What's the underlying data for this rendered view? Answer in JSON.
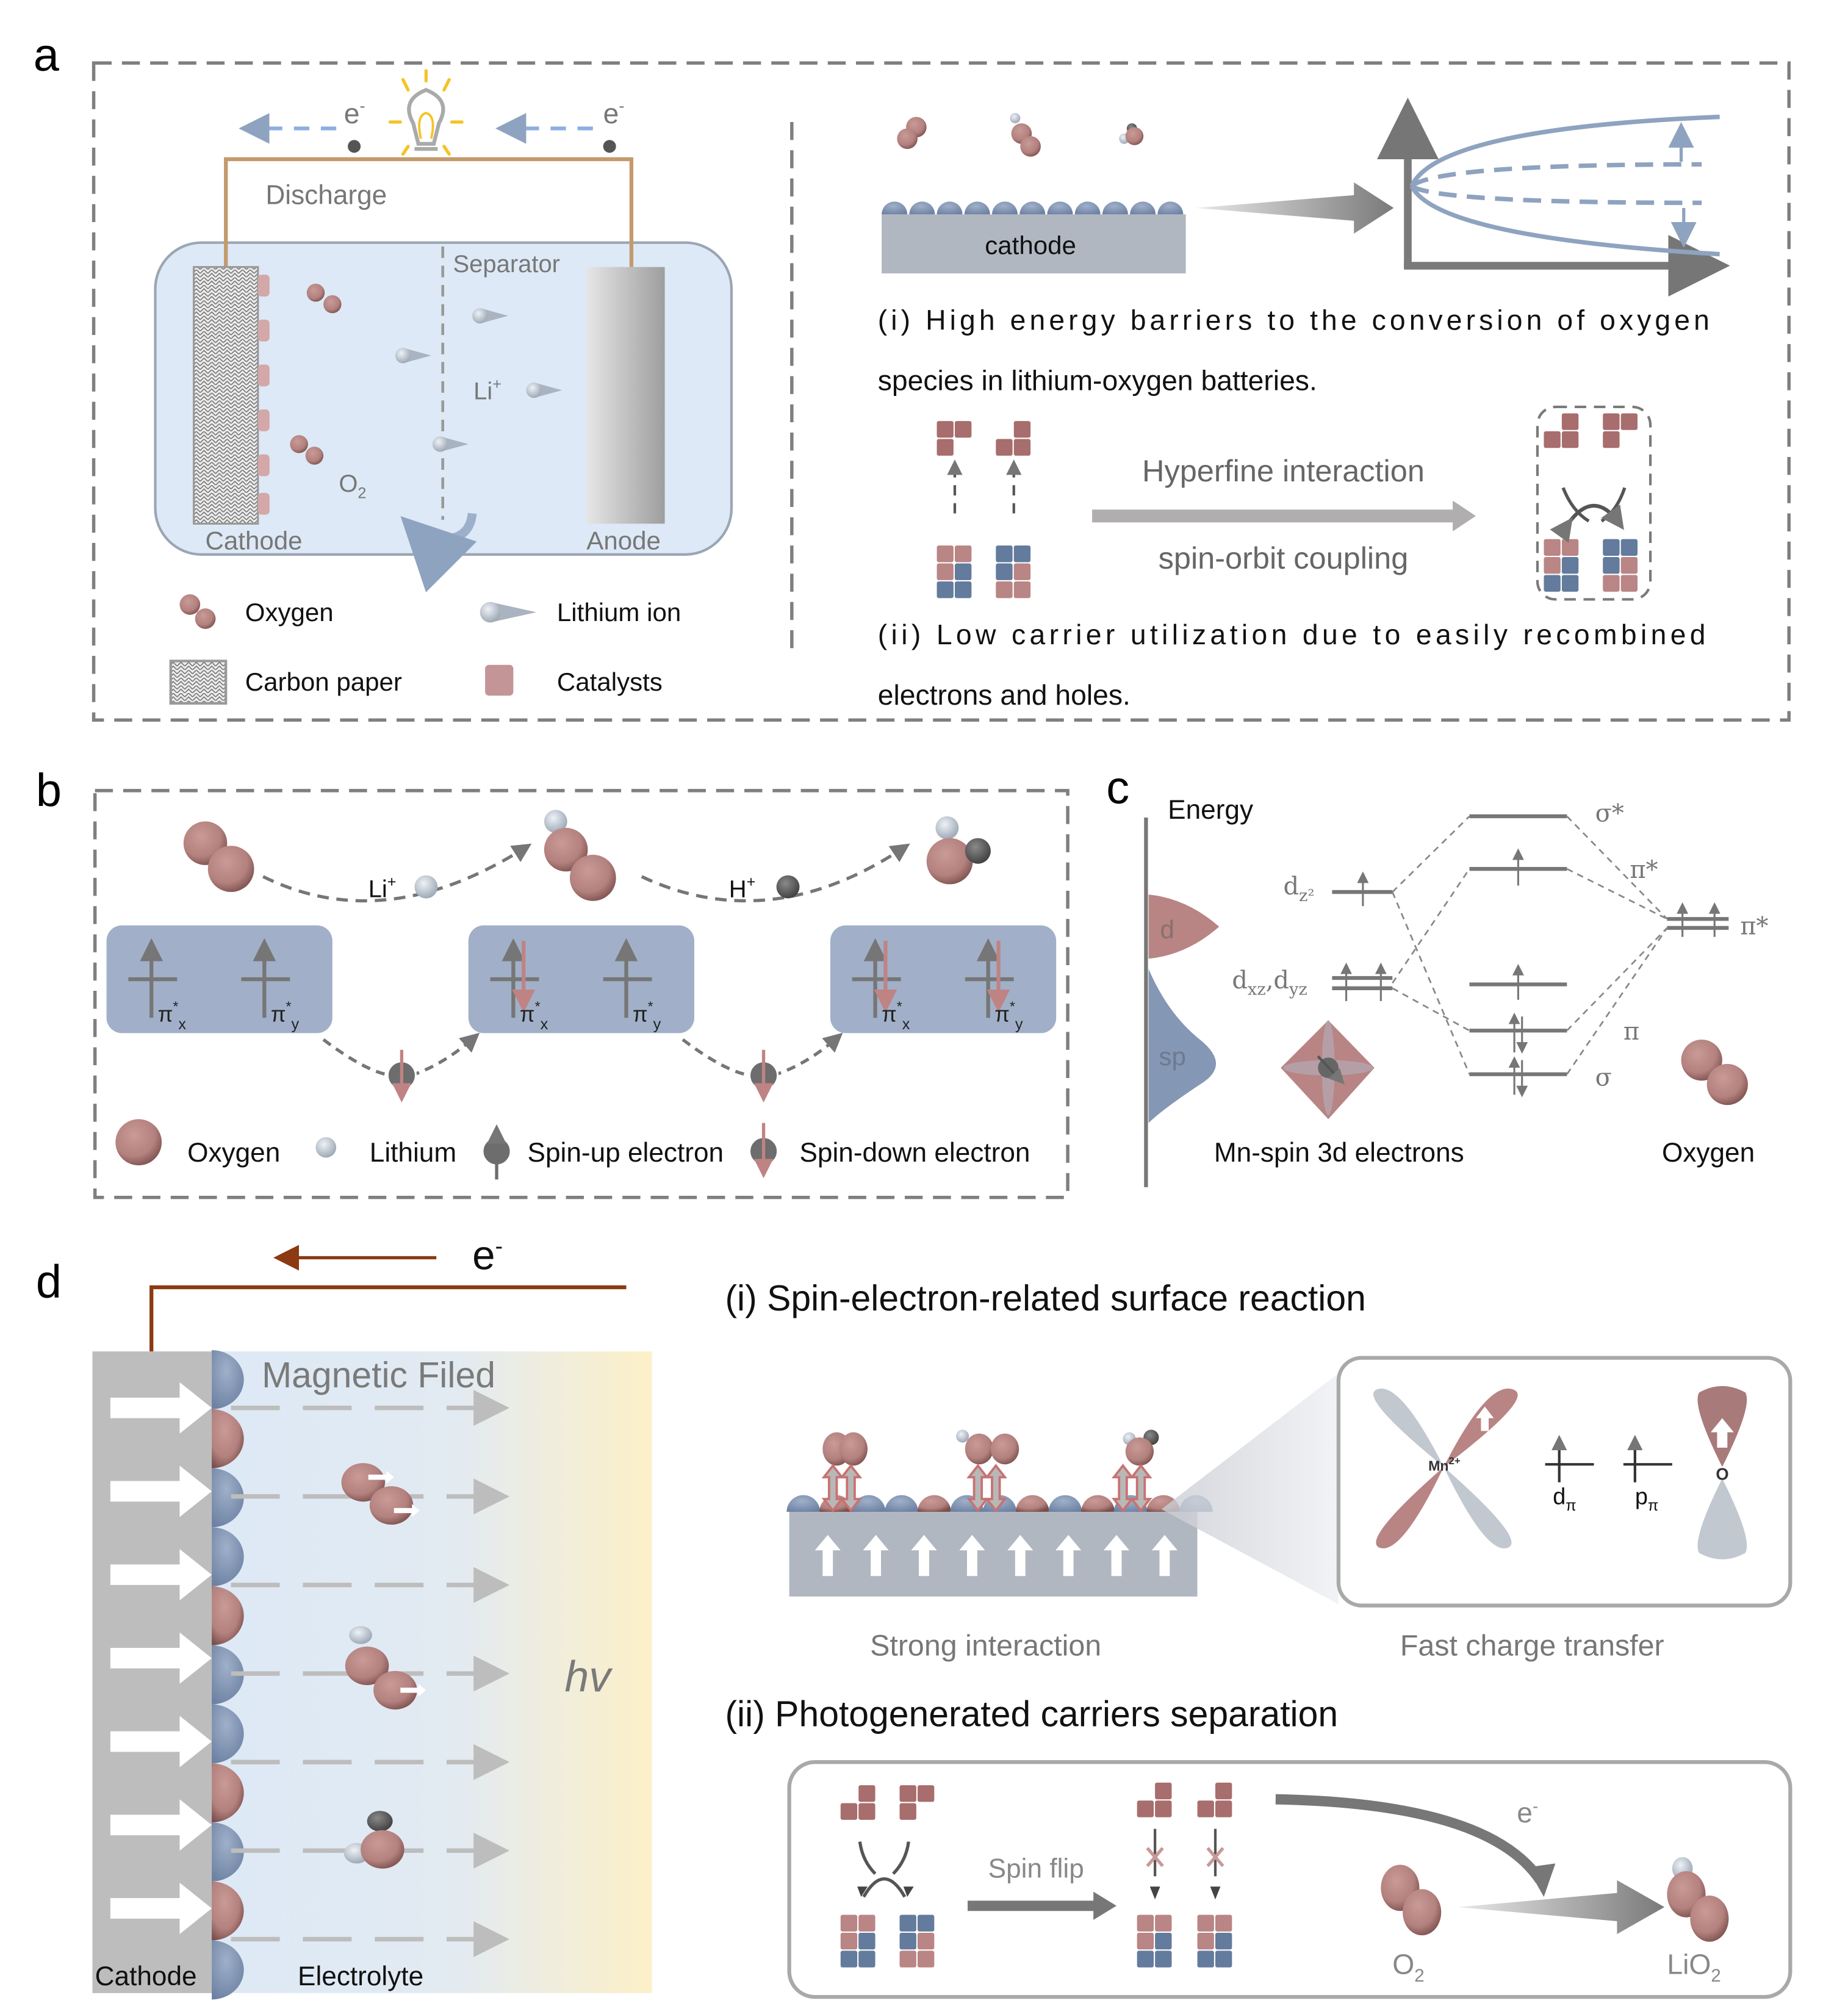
{
  "colors": {
    "oxygen": "#b98a87",
    "oxygen_dark": "#8e5f5c",
    "lithium": "#c7d0da",
    "hydrogen": "#5a5a5a",
    "blue_atom": "#8497b5",
    "catalyst": "#d4a7a8",
    "wire": "#c49a6c",
    "electrolyte": "#dde9f6",
    "orbital_box": "#a1b0c8",
    "spin_down": "#c08383",
    "arrow_gray": "#767676",
    "bulb_rays": "#f5c326",
    "e_arrow_blue": "#8eaee0",
    "wire_brown": "#8b3a12",
    "block_pink": "#a86d6d",
    "block_blue": "#637b9c"
  },
  "panel_a": {
    "letter": "a",
    "battery": {
      "electron_left": "e",
      "electron_right": "e",
      "electron_sup": "-",
      "discharge": "Discharge",
      "separator": "Separator",
      "li_ion": "Li",
      "li_sup": "+",
      "o2": "O",
      "o2_sub": "2",
      "cathode": "Cathode",
      "anode": "Anode"
    },
    "legend": [
      {
        "icon": "oxygen-molecule-icon",
        "label": "Oxygen"
      },
      {
        "icon": "lithium-ion-icon",
        "label": "Lithium ion"
      },
      {
        "icon": "carbon-paper-icon",
        "label": "Carbon paper"
      },
      {
        "icon": "catalyst-icon",
        "label": "Catalysts"
      }
    ],
    "right": {
      "cathode_label": "cathode",
      "caption_i_line1": "(i)  High energy barriers to the conversion of oxygen",
      "caption_i_line2": "species in lithium-oxygen batteries.",
      "hyperfine": "Hyperfine interaction",
      "spin_orbit": "spin-orbit coupling",
      "caption_ii_line1": "(ii) Low carrier utilization due to easily recombined",
      "caption_ii_line2": "electrons and holes."
    }
  },
  "panel_b": {
    "letter": "b",
    "li_label": "Li",
    "li_sup": "+",
    "h_label": "H",
    "h_sup": "+",
    "orbitals": [
      {
        "x_label": "π",
        "x_sub": "x",
        "y_label": "π",
        "y_sub": "y",
        "sup": "*"
      },
      {
        "x_label": "π",
        "x_sub": "x",
        "y_label": "π",
        "y_sub": "y",
        "sup": "*"
      },
      {
        "x_label": "π",
        "x_sub": "x",
        "y_label": "π",
        "y_sub": "y",
        "sup": "*"
      }
    ],
    "legend": [
      {
        "icon": "oxygen-atom-icon",
        "label": "Oxygen"
      },
      {
        "icon": "lithium-atom-icon",
        "label": "Lithium"
      },
      {
        "icon": "spin-up-electron-icon",
        "label": "Spin-up electron"
      },
      {
        "icon": "spin-down-electron-icon",
        "label": "Spin-down electron"
      }
    ]
  },
  "panel_c": {
    "letter": "c",
    "energy_label": "Energy",
    "d_band": "d",
    "sp_band": "sp",
    "dz2": "d",
    "dz2_sub": "z²",
    "dxz": "d",
    "dxz_sub": "xz",
    "dyz": "d",
    "dyz_sub": "yz",
    "sigma_star": "σ*",
    "pi_star_mo": "π*",
    "pi_star_o2": "π*",
    "pi": "π",
    "sigma": "σ",
    "mn_label": "Mn-spin 3d electrons",
    "oxygen_label": "Oxygen"
  },
  "panel_d": {
    "letter": "d",
    "electron": "e",
    "electron_sup": "-",
    "magnetic_field": "Magnetic Filed",
    "hv": "hv",
    "cathode": "Cathode",
    "electrolyte": "Electrolyte",
    "section_i_title": "(i)  Spin-electron-related surface reaction",
    "mn_label": "Mn",
    "mn_sup": "2+",
    "o_label": "O",
    "d_pi": "d",
    "p_pi": "p",
    "pi_sub": "π",
    "strong_interaction": "Strong interaction",
    "fast_charge_transfer": "Fast charge transfer",
    "section_ii_title": "(ii) Photogenerated carriers separation",
    "spin_flip": "Spin flip",
    "e_label": "e",
    "e_sup": "-",
    "o2": "O",
    "o2_sub": "2",
    "lio2": "LiO",
    "lio2_sub": "2"
  }
}
